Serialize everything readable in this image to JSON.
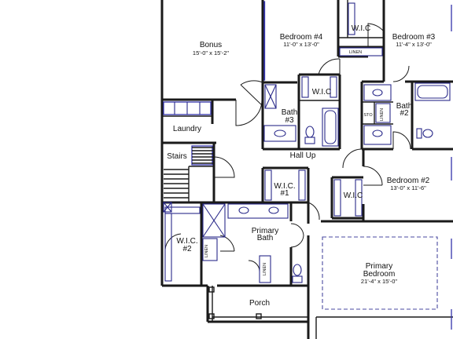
{
  "rooms": {
    "bonus": {
      "name": "Bonus",
      "dims": "15'-0\" x 15'-2\""
    },
    "bedroom4": {
      "name": "Bedroom #4",
      "dims": "11'-0\" x 13'-0\""
    },
    "bedroom3": {
      "name": "Bedroom #3",
      "dims": "11'-4\" x 13'-0\""
    },
    "bedroom2": {
      "name": "Bedroom #2",
      "dims": "13'-0\" x 11'-6\""
    },
    "primary_bedroom": {
      "name_line1": "Primary",
      "name_line2": "Bedroom",
      "dims": "21'-4\" x 15'-0\""
    },
    "laundry": {
      "name": "Laundry"
    },
    "stairs": {
      "name": "Stairs"
    },
    "hall_up": {
      "name": "Hall Up"
    },
    "bath3": {
      "line1": "Bath",
      "line2": "#3"
    },
    "bath2": {
      "line1": "Bath",
      "line2": "#2"
    },
    "primary_bath": {
      "line1": "Primary",
      "line2": "Bath"
    },
    "wic_top": {
      "name": "W.I.C"
    },
    "wic_mid": {
      "name": "W.I.C"
    },
    "wic_b2": {
      "name": "W.I.C"
    },
    "wic1": {
      "line1": "W.I.C.",
      "line2": "#1"
    },
    "wic2": {
      "line1": "W.I.C.",
      "line2": "#2"
    },
    "porch": {
      "name": "Porch"
    }
  },
  "small_labels": {
    "linen_top": "LINEN",
    "linen_bath2": "LINEN",
    "sto": "STO",
    "linen_pbath": "LINEN",
    "linen_pbath2": "LINEN"
  }
}
